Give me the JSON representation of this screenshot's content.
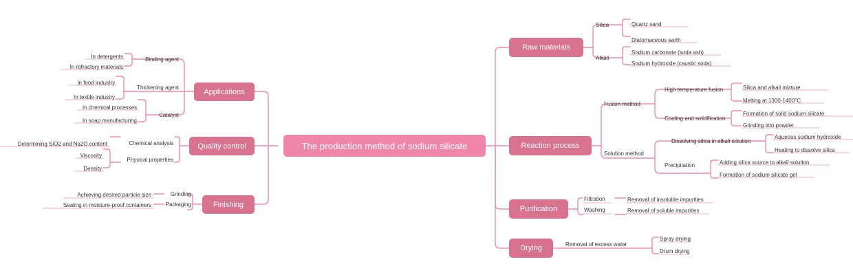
{
  "diagram": {
    "type": "mindmap",
    "colors": {
      "root_fill": "#f087ab",
      "branch_fill": "#d9728f",
      "connector": "#f08aa8",
      "leaf_underline": "#f7bdd0",
      "text": "#333333",
      "node_text": "#ffffff",
      "background": "#ffffff"
    },
    "root": {
      "label": "The production method of sodium silicate"
    },
    "left_branches": [
      {
        "label": "Applications",
        "subs": [
          {
            "label": "Binding agent",
            "leaves": [
              "In detergents",
              "In refractory materials"
            ]
          },
          {
            "label": "Thickening agent",
            "leaves": [
              "In food industry",
              "In textile industry"
            ]
          },
          {
            "label": "Catalyst",
            "leaves": [
              "In chemical processes",
              "In soap manufacturing"
            ]
          }
        ]
      },
      {
        "label": "Quality control",
        "subs": [
          {
            "label": "Chemical analysis",
            "leaves": [
              "Determining SiO2 and Na2O content"
            ]
          },
          {
            "label": "Physical properties",
            "leaves": [
              "Viscosity",
              "Density"
            ]
          }
        ]
      },
      {
        "label": "Finishing",
        "subs": [
          {
            "label": "Grinding",
            "leaves": [
              "Achieving desired particle size"
            ]
          },
          {
            "label": "Packaging",
            "leaves": [
              "Sealing in moisture-proof containers"
            ]
          }
        ]
      }
    ],
    "right_branches": [
      {
        "label": "Raw materials",
        "subs": [
          {
            "label": "Silica",
            "leaves": [
              "Quartz sand",
              "Diatomaceous earth"
            ]
          },
          {
            "label": "Alkali",
            "leaves": [
              "Sodium carbonate (soda ash)",
              "Sodium hydroxide (caustic soda)"
            ]
          }
        ]
      },
      {
        "label": "Reaction process",
        "subs": [
          {
            "label": "Fusion method",
            "children": [
              {
                "label": "High temperature fusion",
                "leaves": [
                  "Silica and alkali mixture",
                  "Melting at 1300-1400°C"
                ]
              },
              {
                "label": "Cooling and solidification",
                "leaves": [
                  "Formation of solid sodium silicate",
                  "Grinding into powder"
                ]
              }
            ]
          },
          {
            "label": "Solution method",
            "children": [
              {
                "label": "Dissolving silica in alkali solution",
                "leaves": [
                  "Aqueous sodium hydroxide",
                  "Heating to dissolve silica"
                ]
              },
              {
                "label": "Precipitation",
                "leaves": [
                  "Adding silica source to alkali solution",
                  "Formation of sodium silicate gel"
                ]
              }
            ]
          }
        ]
      },
      {
        "label": "Purification",
        "subs": [
          {
            "label": "Filtration",
            "leaves": [
              "Removal of insoluble impurities"
            ]
          },
          {
            "label": "Washing",
            "leaves": [
              "Removal of soluble impurities"
            ]
          }
        ]
      },
      {
        "label": "Drying",
        "subs": [
          {
            "label": "Removal of excess water",
            "leaves": [
              "Spray drying",
              "Drum drying"
            ]
          }
        ]
      }
    ]
  }
}
